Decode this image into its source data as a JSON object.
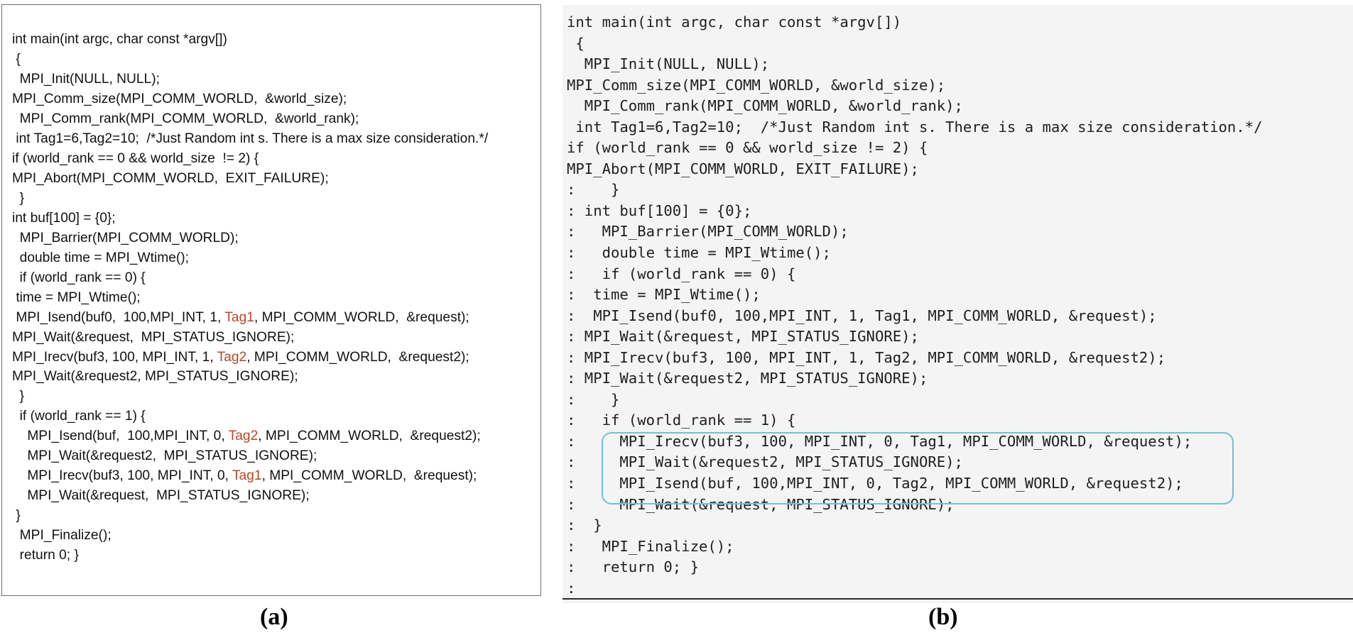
{
  "panel_a": {
    "caption": "(a)",
    "lines": [
      [
        {
          "t": "int main(int argc, char const *argv[])"
        }
      ],
      [
        {
          "t": " {"
        }
      ],
      [
        {
          "t": "  MPI_Init(NULL, NULL);"
        }
      ],
      [
        {
          "t": "MPI_Comm_size(MPI_COMM_WORLD,  &world_size);"
        }
      ],
      [
        {
          "t": "  MPI_Comm_rank(MPI_COMM_WORLD,  &world_rank);"
        }
      ],
      [
        {
          "t": " int Tag1=6,Tag2=10;  /*Just Random int s. There is a max size consideration.*/"
        }
      ],
      [
        {
          "t": "if (world_rank == 0 && world_size  != 2) {"
        }
      ],
      [
        {
          "t": "MPI_Abort(MPI_COMM_WORLD,  EXIT_FAILURE);"
        }
      ],
      [
        {
          "t": "  }"
        }
      ],
      [
        {
          "t": "int buf[100] = {0};"
        }
      ],
      [
        {
          "t": "  MPI_Barrier(MPI_COMM_WORLD);"
        }
      ],
      [
        {
          "t": "  double time = MPI_Wtime();"
        }
      ],
      [
        {
          "t": "  if (world_rank == 0) {"
        }
      ],
      [
        {
          "t": " time = MPI_Wtime();"
        }
      ],
      [
        {
          "t": " MPI_Isend(buf0,  100,MPI_INT, 1, "
        },
        {
          "t": "Tag1",
          "c": "tag"
        },
        {
          "t": ", MPI_COMM_WORLD,  &request);"
        }
      ],
      [
        {
          "t": "MPI_Wait(&request,  MPI_STATUS_IGNORE);"
        }
      ],
      [
        {
          "t": "MPI_Irecv(buf3, 100, MPI_INT, 1, "
        },
        {
          "t": "Tag2",
          "c": "tag"
        },
        {
          "t": ", MPI_COMM_WORLD,  &request2);"
        }
      ],
      [
        {
          "t": "MPI_Wait(&request2, MPI_STATUS_IGNORE);"
        }
      ],
      [
        {
          "t": "  }"
        }
      ],
      [
        {
          "t": "  if (world_rank == 1) {"
        }
      ],
      [
        {
          "t": "    MPI_Isend(buf,  100,MPI_INT, 0, "
        },
        {
          "t": "Tag2",
          "c": "tag"
        },
        {
          "t": ", MPI_COMM_WORLD,  &request2);"
        }
      ],
      [
        {
          "t": "    MPI_Wait(&request2,  MPI_STATUS_IGNORE);"
        }
      ],
      [
        {
          "t": "    MPI_Irecv(buf3, 100, MPI_INT, 0, "
        },
        {
          "t": "Tag1",
          "c": "tag"
        },
        {
          "t": ", MPI_COMM_WORLD,  &request);"
        }
      ],
      [
        {
          "t": "    MPI_Wait(&request,  MPI_STATUS_IGNORE);"
        }
      ],
      [
        {
          "t": " }"
        }
      ],
      [
        {
          "t": "  MPI_Finalize();"
        }
      ],
      [
        {
          "t": "  return 0; }"
        }
      ]
    ]
  },
  "panel_b": {
    "caption": "(b)",
    "lines": [
      "int main(int argc, char const *argv[])",
      " {",
      "  MPI_Init(NULL, NULL);",
      "MPI_Comm_size(MPI_COMM_WORLD, &world_size);",
      "  MPI_Comm_rank(MPI_COMM_WORLD, &world_rank);",
      " int Tag1=6,Tag2=10;  /*Just Random int s. There is a max size consideration.*/",
      "if (world_rank == 0 && world_size != 2) {",
      "MPI_Abort(MPI_COMM_WORLD, EXIT_FAILURE);",
      ":    }",
      ": int buf[100] = {0};",
      ":   MPI_Barrier(MPI_COMM_WORLD);",
      ":   double time = MPI_Wtime();",
      ":   if (world_rank == 0) {",
      ":  time = MPI_Wtime();",
      ":  MPI_Isend(buf0, 100,MPI_INT, 1, Tag1, MPI_COMM_WORLD, &request);",
      ": MPI_Wait(&request, MPI_STATUS_IGNORE);",
      ": MPI_Irecv(buf3, 100, MPI_INT, 1, Tag2, MPI_COMM_WORLD, &request2);",
      ": MPI_Wait(&request2, MPI_STATUS_IGNORE);",
      ":    }",
      ":   if (world_rank == 1) {",
      ":     MPI_Irecv(buf3, 100, MPI_INT, 0, Tag1, MPI_COMM_WORLD, &request);",
      ":     MPI_Wait(&request2, MPI_STATUS_IGNORE);",
      ":     MPI_Isend(buf, 100,MPI_INT, 0, Tag2, MPI_COMM_WORLD, &request2);",
      ":     MPI_Wait(&request, MPI_STATUS_IGNORE);",
      ":  }",
      ":   MPI_Finalize();",
      ":   return 0; }",
      ":"
    ],
    "highlight_color": "#6fc3d3"
  },
  "colors": {
    "tag_highlight": "#b5482a",
    "panel_b_background": "#f4f4f4"
  }
}
